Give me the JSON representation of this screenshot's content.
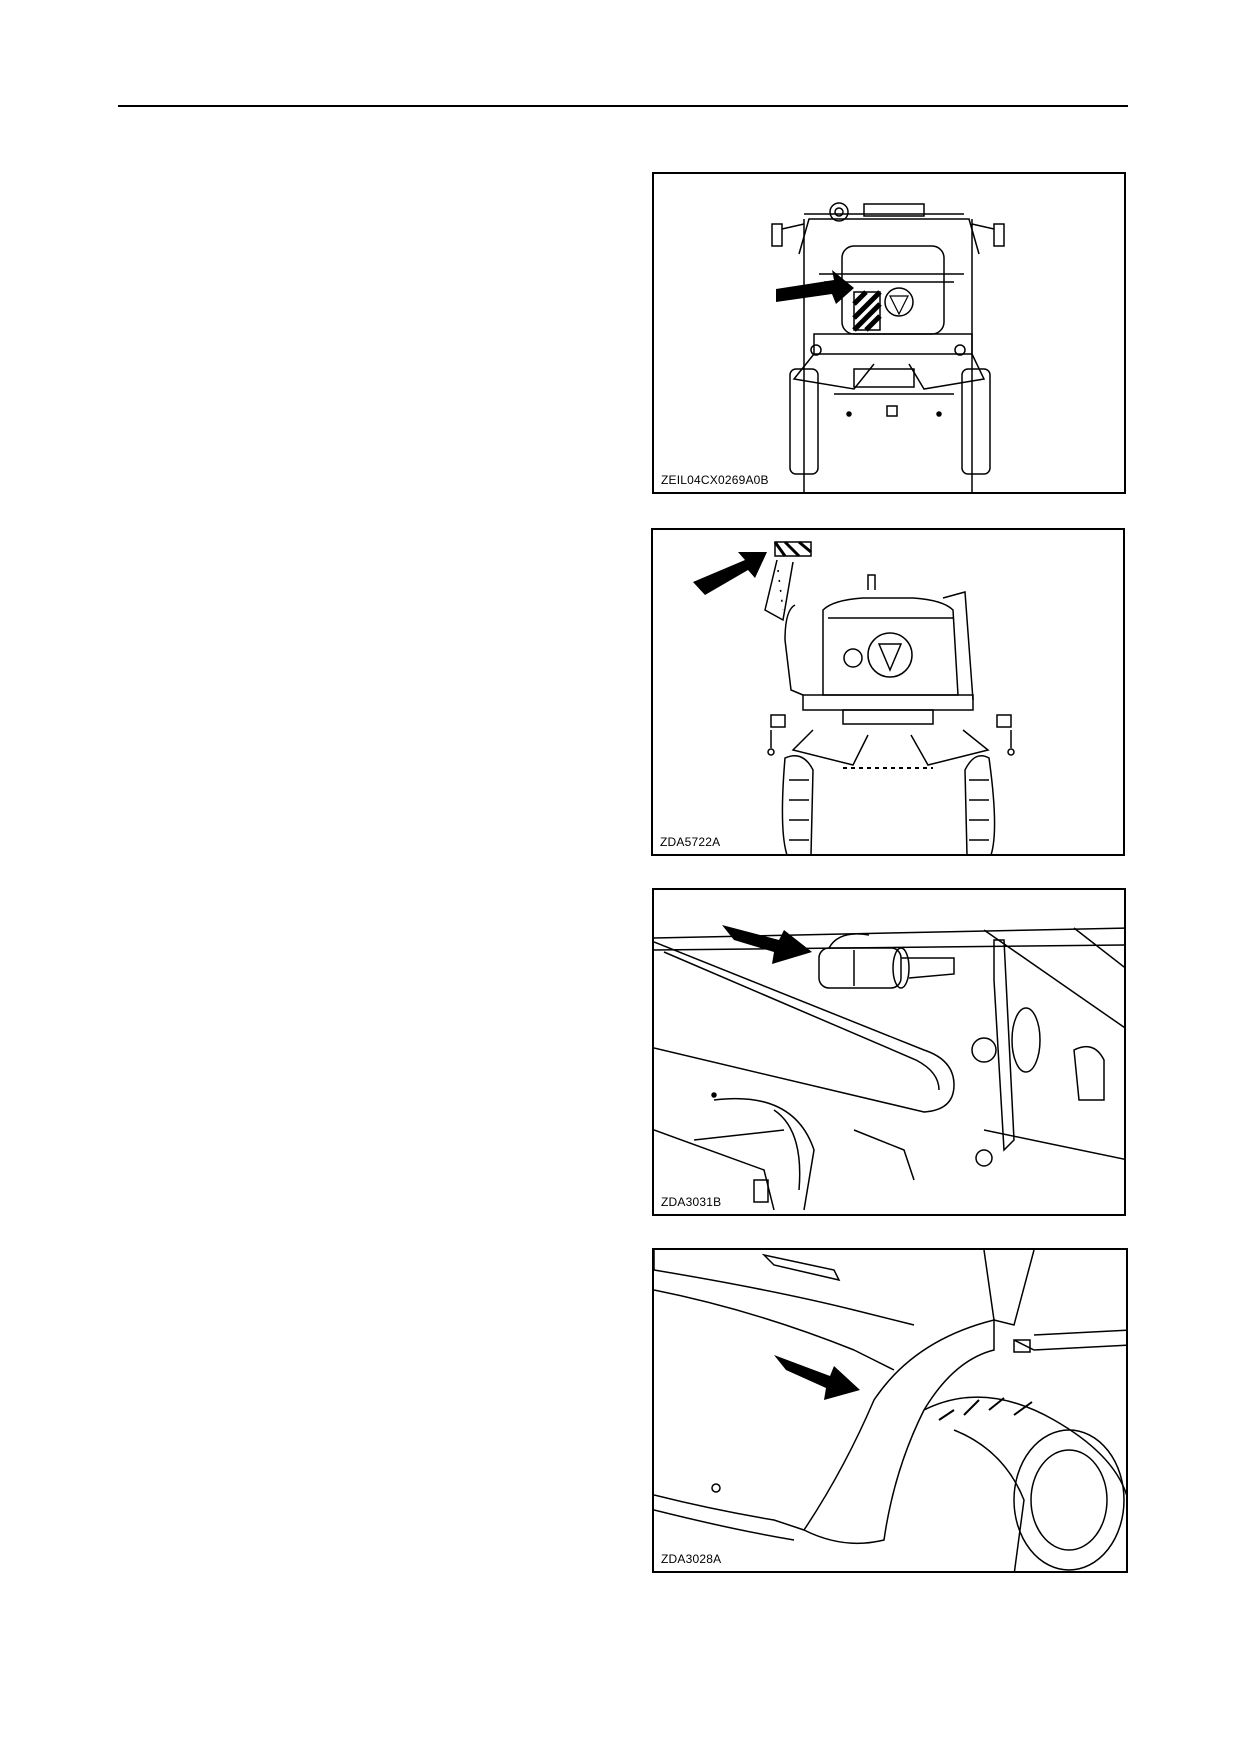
{
  "figures": [
    {
      "id": "ZEIL04CX0269A0B"
    },
    {
      "id": "ZDA5722A"
    },
    {
      "id": "ZDA3031B"
    },
    {
      "id": "ZDA3028A"
    }
  ]
}
